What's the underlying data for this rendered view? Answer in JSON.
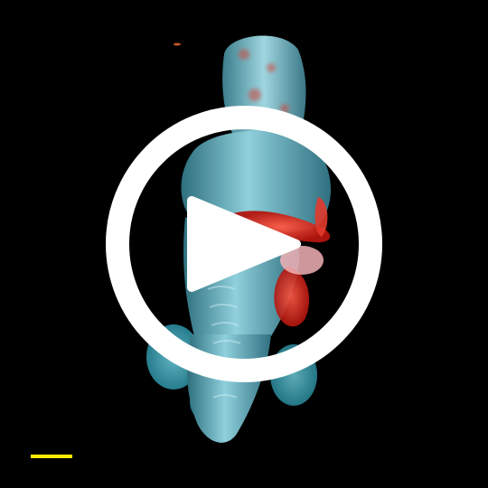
{
  "video": {
    "state": "paused",
    "control_icon": "play-icon",
    "control_label": "Play"
  },
  "specimen": {
    "description_icon": "fluorescent-embryo-image",
    "channels": {
      "tissue_color": "#6fc3d4",
      "highlight_color": "#ff3a2a"
    }
  },
  "scale_bar": {
    "color": "#ffeb00"
  },
  "colors": {
    "background": "#000000",
    "play_button": "#ffffff"
  }
}
